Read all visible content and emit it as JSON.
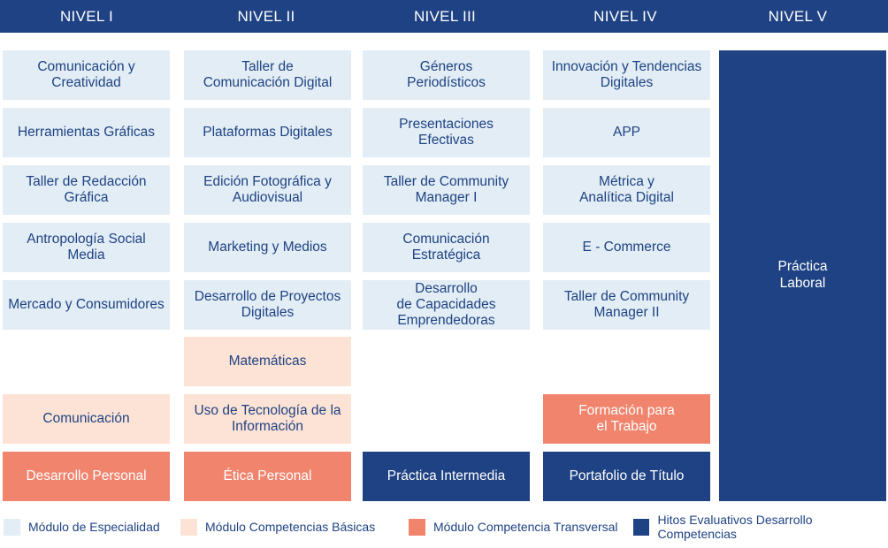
{
  "colors": {
    "header": "#1e4283",
    "especialidad": "#e2edf5",
    "basicas": "#fde3d6",
    "transversal": "#f0846d",
    "hitos": "#1e4283"
  },
  "levels": [
    "NIVEL I",
    "NIVEL  II",
    "NIVEL III",
    "NIVEL IV",
    "NIVEL V"
  ],
  "nivel1": {
    "m1": "Comunicación y\nCreatividad",
    "m2": "Herramientas Gráficas",
    "m3": "Taller de Redacción\nGráfica",
    "m4": "Antropología Social\nMedia",
    "m5": "Mercado y Consumidores",
    "basica": "Comunicación",
    "transversal": "Desarrollo Personal"
  },
  "nivel2": {
    "m1": "Taller de\nComunicación Digital",
    "m2": "Plataformas Digitales",
    "m3": "Edición Fotográfica y\nAudiovisual",
    "m4": "Marketing y Medios",
    "m5": "Desarrollo de Proyectos\nDigitales",
    "basica1": "Matemáticas",
    "basica2": "Uso de Tecnología de la\nInformación",
    "transversal": "Ética Personal"
  },
  "nivel3": {
    "m1": "Géneros\nPeriodísticos",
    "m2": "Presentaciones\nEfectivas",
    "m3": "Taller de Community\nManager I",
    "m4": "Comunicación\nEstratégica",
    "m5": "Desarrollo\nde Capacidades\nEmprendedoras",
    "hito": "Práctica Intermedia"
  },
  "nivel4": {
    "m1": "Innovación y Tendencias\nDigitales",
    "m2": "APP",
    "m3": "Métrica y\nAnalítica Digital",
    "m4": "E - Commerce",
    "m5": "Taller de Community\nManager II",
    "transversal": "Formación para\nel Trabajo",
    "hito": "Portafolio de Título"
  },
  "nivel5": {
    "hito": "Práctica\nLaboral"
  },
  "legend": {
    "especialidad": "Módulo de Especialidad",
    "basicas": "Módulo Competencias Básicas",
    "transversal": "Módulo Competencia Transversal",
    "hitos": "Hitos Evaluativos Desarrollo Competencias"
  }
}
